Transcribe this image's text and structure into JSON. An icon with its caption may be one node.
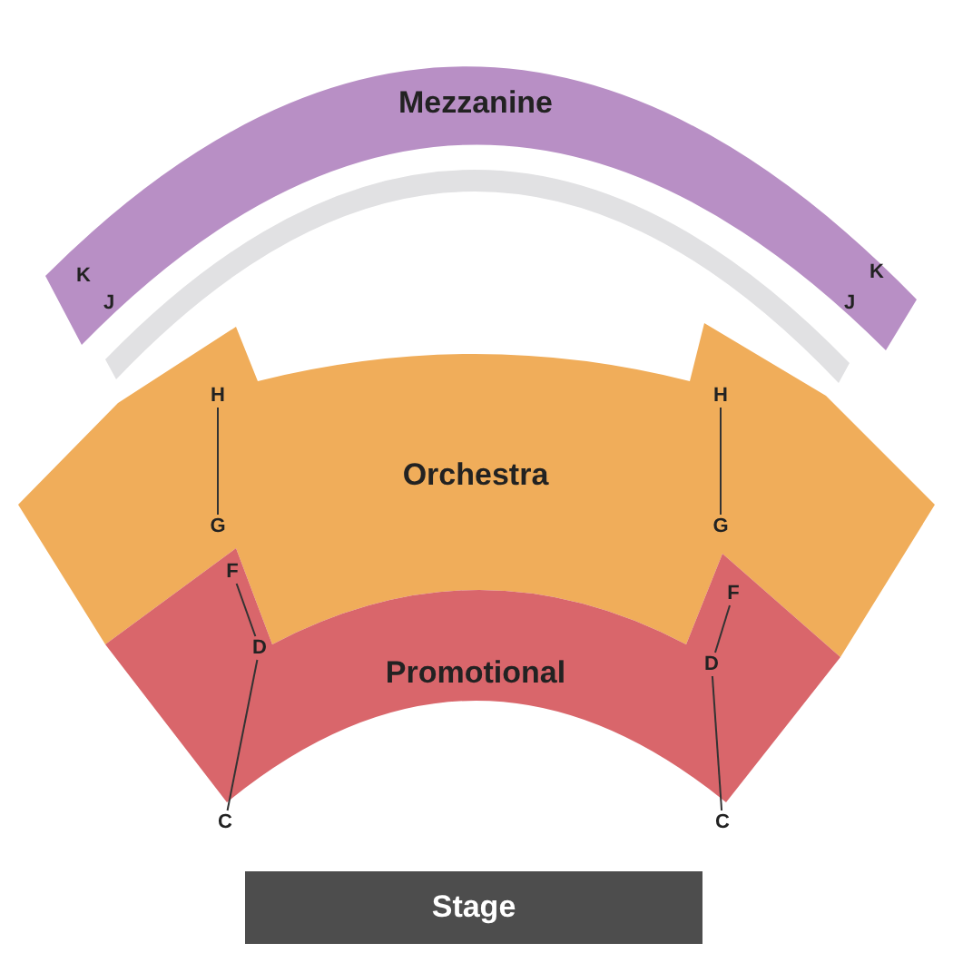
{
  "diagram": {
    "nodes": [
      {
        "text": [
          "Mezzanine"
        ]
      },
      {
        "text": [
          "K"
        ],
        "in": 0
      },
      {
        "text": [
          "J"
        ],
        "in": 0
      },
      {
        "text": [
          "J"
        ],
        "in": 0
      },
      {
        "text": [
          "K"
        ],
        "in": 0
      },
      {
        "text": [
          "Orchestra"
        ]
      },
      {
        "text": [
          "H"
        ],
        "in": 5
      },
      {
        "text": [
          "G"
        ],
        "in": 5
      },
      {
        "text": [
          "H"
        ],
        "in": 5
      },
      {
        "text": [
          "G"
        ],
        "in": 5
      },
      {
        "text": [
          "Promotional"
        ]
      },
      {
        "text": [
          "F"
        ],
        "in": 10
      },
      {
        "text": [
          "D"
        ],
        "in": 10
      },
      {
        "text": [
          "C"
        ]
      },
      {
        "text": [
          "F"
        ],
        "in": 10
      },
      {
        "text": [
          "D"
        ],
        "in": 10
      },
      {
        "text": [
          "C"
        ]
      },
      {
        "text": [
          "Stage"
        ]
      }
    ],
    "edges": [
      {
        "from": 6,
        "to": 7,
        "arrow": "none"
      },
      {
        "from": 8,
        "to": 9,
        "arrow": "none"
      },
      {
        "from": 11,
        "to": 12,
        "arrow": "none"
      },
      {
        "from": 12,
        "to": 13,
        "arrow": "none"
      },
      {
        "from": 14,
        "to": 15,
        "arrow": "none"
      },
      {
        "from": 15,
        "to": 16,
        "arrow": "none"
      }
    ]
  }
}
